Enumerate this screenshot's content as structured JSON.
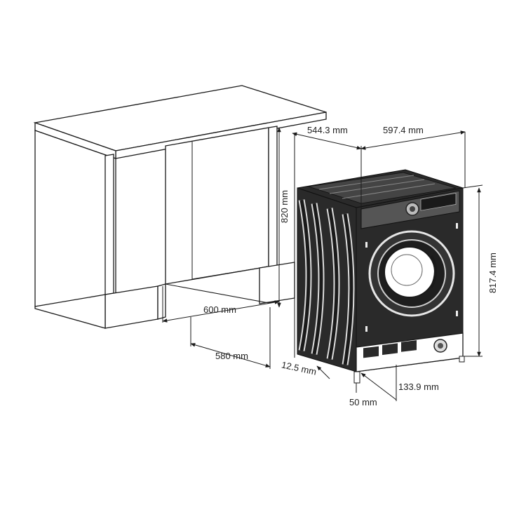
{
  "dimensions": {
    "cabinet_width": "600 mm",
    "cabinet_depth": "580 mm",
    "cabinet_height": "820 mm",
    "machine_depth": "544.3 mm",
    "machine_width": "597.4 mm",
    "machine_height": "817.4 mm",
    "foot_offset": "12.5 mm",
    "foot_height": "50 mm",
    "foot_depth": "133.9 mm"
  },
  "colors": {
    "line": "#1a1a1a",
    "machine_body": "#2a2a2a",
    "background": "#ffffff"
  }
}
